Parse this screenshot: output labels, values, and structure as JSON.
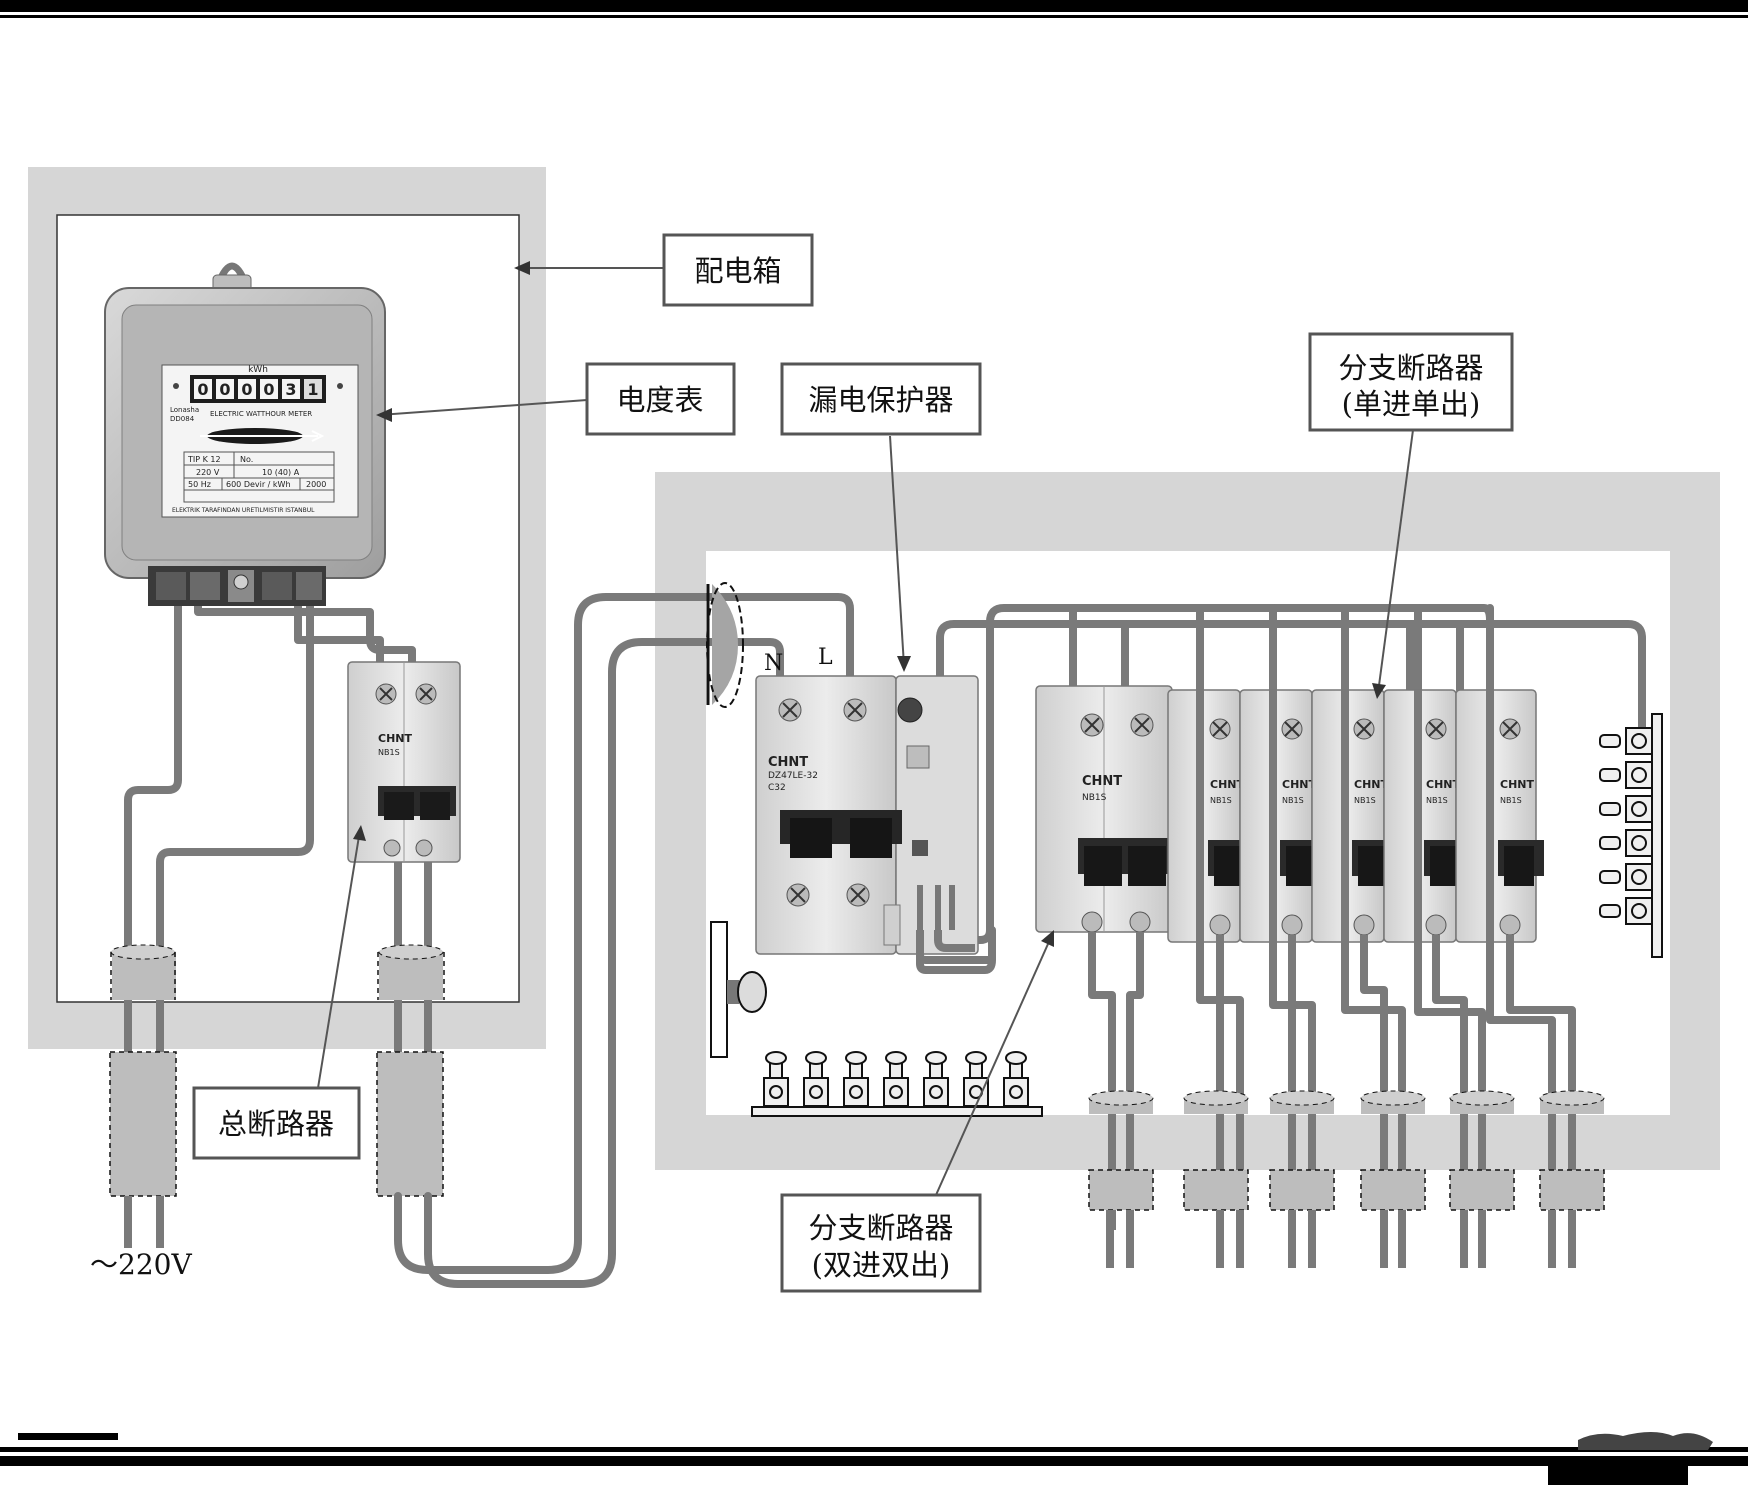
{
  "labels": {
    "distribution_box": "配电箱",
    "meter": "电度表",
    "rcd": "漏电保护器",
    "branch_single": [
      "分支断路器",
      "(单进单出)"
    ],
    "main_breaker": "总断路器",
    "branch_double": [
      "分支断路器",
      "(双进双出)"
    ],
    "supply_voltage": "～220V"
  },
  "terminals": {
    "neutral": "N",
    "live": "L"
  },
  "meter": {
    "reading": [
      "0",
      "0",
      "0",
      "0",
      "3",
      "1"
    ],
    "unit": "kWh",
    "title": "ELECTRIC WATTHOUR METER",
    "brand": [
      "Lonasha",
      "DD084"
    ],
    "plate": {
      "type": "TIP K 12",
      "no": "No.",
      "voltage": "220 V",
      "current": "10 (40) A",
      "freq": "50 Hz",
      "rev": "600 Devir / kWh",
      "year": "2000",
      "footer": "ELEKTRIK TARAFINDAN URETILMISTIR ISTANBUL"
    }
  },
  "main_breaker": {
    "brand": "CHNT",
    "model": "NB1S"
  },
  "rcd": {
    "brand": "CHNT",
    "model": "DZ47LE-32",
    "rating": "C32"
  },
  "branch_breakers": {
    "brand": "CHNT",
    "model": "NB1S",
    "count_single": 5
  },
  "colors": {
    "wire": "#7a7a7a",
    "box": "#d6d6d6",
    "device": "#e6e6e6"
  }
}
